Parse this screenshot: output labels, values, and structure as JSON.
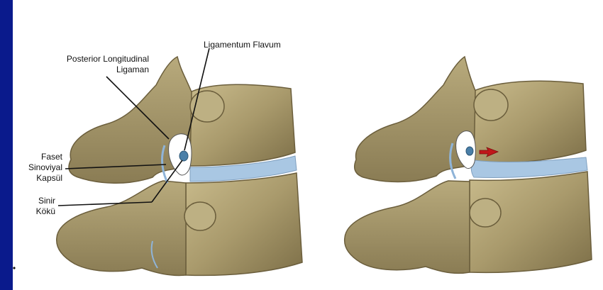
{
  "labels": {
    "posterior_longitudinal": [
      "Posterior Longitudinal",
      "Ligaman"
    ],
    "ligamentum_flavum": "Ligamentum Flavum",
    "faset_sinoviyal": [
      "Faset",
      "Sinoviyal",
      "Kapsül"
    ],
    "sinir_koku": [
      "Sinir",
      "Kökü"
    ]
  },
  "colors": {
    "background": "#0a1a8c",
    "bone": "#a99a6c",
    "bone_dark": "#6b5e3c",
    "disc": "#a9c7e3",
    "canal": "#ffffff",
    "nerve_root": "#4a7fa8",
    "arrow": "#c0181a"
  }
}
